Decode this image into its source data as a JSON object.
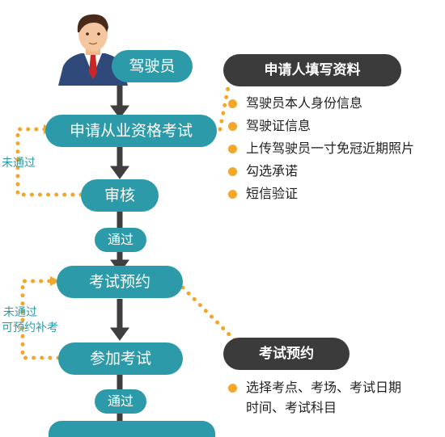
{
  "colors": {
    "accent": "#2c9aa8",
    "dark": "#3b3b3b",
    "dot": "#f1a72b",
    "arrow": "#3f3f3f"
  },
  "avatar": {
    "icon": "driver-avatar-icon"
  },
  "flow": {
    "driver": "驾驶员",
    "apply": "申请从业资格考试",
    "review": "审核",
    "pass1": "通过",
    "booking": "考试预约",
    "exam": "参加考试",
    "pass2": "通过"
  },
  "side": {
    "fail1": "未通过",
    "fail2_line1": "未通过",
    "fail2_line2": "可预约补考"
  },
  "panel1": {
    "title": "申请人填写资料",
    "items": [
      "驾驶员本人身份信息",
      "驾驶证信息",
      "上传驾驶员一寸免冠近期照片",
      "勾选承诺",
      "短信验证"
    ]
  },
  "panel2": {
    "title": "考试预约",
    "items_line1": "选择考点、考场、考试日期",
    "items_line2": "时间、考试科目"
  }
}
